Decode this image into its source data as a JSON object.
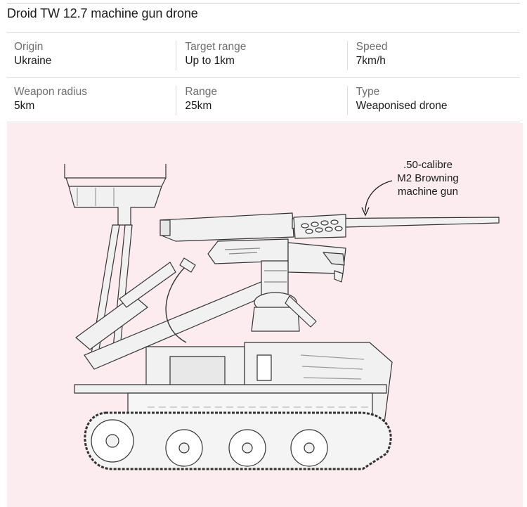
{
  "title": "Droid TW 12.7 machine gun drone",
  "stats": [
    [
      {
        "label": "Origin",
        "value": "Ukraine"
      },
      {
        "label": "Target range",
        "value": "Up to 1km"
      },
      {
        "label": "Speed",
        "value": "7km/h"
      }
    ],
    [
      {
        "label": "Weapon radius",
        "value": "5km"
      },
      {
        "label": "Range",
        "value": "25km"
      },
      {
        "label": "Type",
        "value": "Weaponised drone"
      }
    ]
  ],
  "diagram": {
    "callout_lines": [
      ".50-calibre",
      "M2 Browning",
      "machine gun"
    ],
    "panel_color": "#fdecef",
    "line_color": "#333333",
    "fill_color": "#f1f1f1"
  }
}
